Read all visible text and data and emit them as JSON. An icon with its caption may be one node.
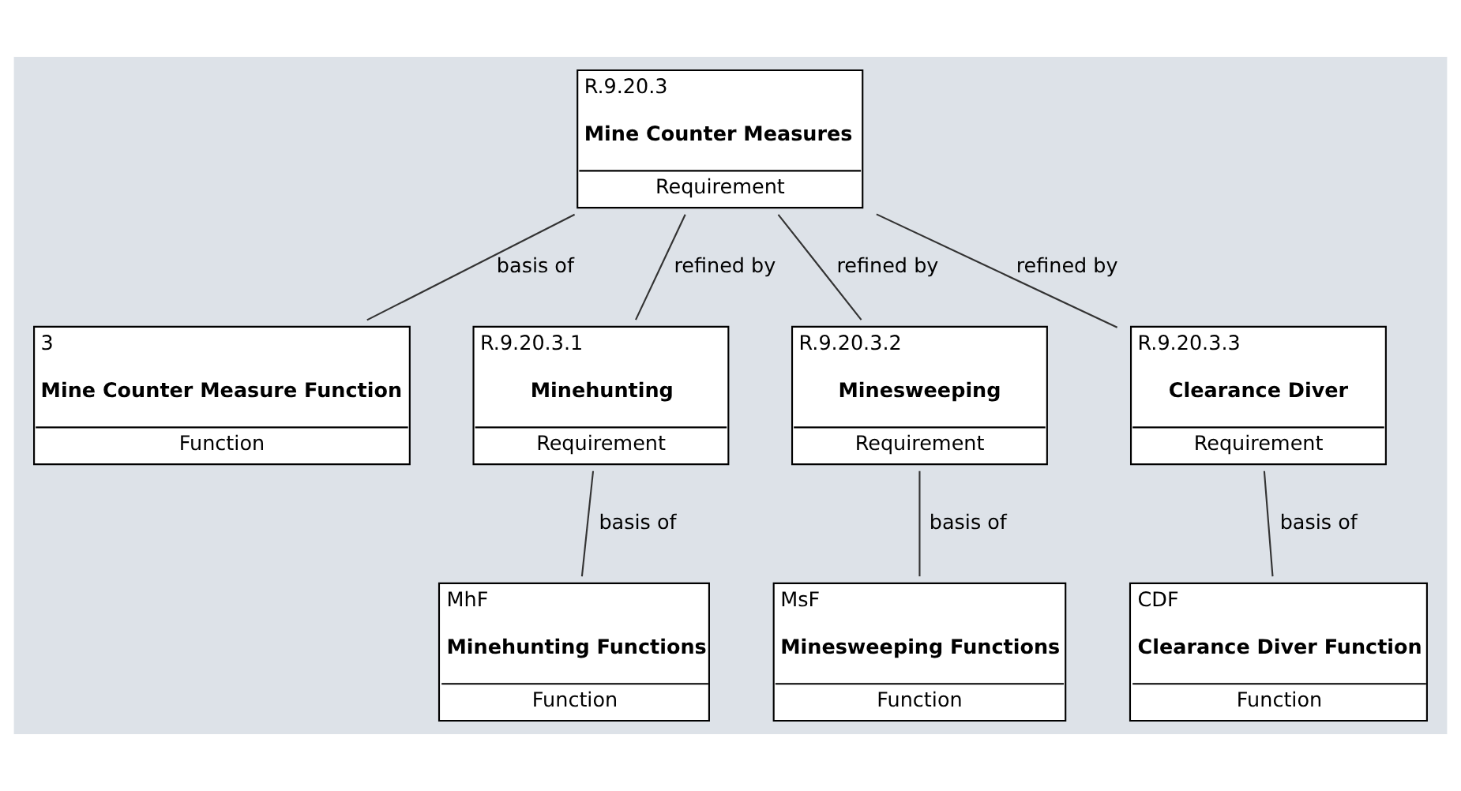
{
  "diagram": {
    "nodes": [
      {
        "text": [
          "R.9.20.3",
          "Mine Counter Measures",
          "Requirement"
        ]
      },
      {
        "text": [
          "3",
          "Mine Counter Measure Function",
          "Function"
        ]
      },
      {
        "text": [
          "R.9.20.3.1",
          "Minehunting",
          "Requirement"
        ]
      },
      {
        "text": [
          "R.9.20.3.2",
          "Minesweeping",
          "Requirement"
        ]
      },
      {
        "text": [
          "R.9.20.3.3",
          "Clearance Diver",
          "Requirement"
        ]
      },
      {
        "text": [
          "MhF",
          "Minehunting Functions",
          "Function"
        ]
      },
      {
        "text": [
          "MsF",
          "Minesweeping Functions",
          "Function"
        ]
      },
      {
        "text": [
          "CDF",
          "Clearance Diver Function",
          "Function"
        ]
      }
    ],
    "edges": [
      {
        "from": 0,
        "to": 1,
        "arrow": "none",
        "label": "basis of"
      },
      {
        "from": 0,
        "to": 2,
        "arrow": "none",
        "label": "refined by"
      },
      {
        "from": 0,
        "to": 3,
        "arrow": "none",
        "label": "refined by"
      },
      {
        "from": 0,
        "to": 4,
        "arrow": "none",
        "label": "refined by"
      },
      {
        "from": 2,
        "to": 5,
        "arrow": "none",
        "label": "basis of"
      },
      {
        "from": 3,
        "to": 6,
        "arrow": "none",
        "label": "basis of"
      },
      {
        "from": 4,
        "to": 7,
        "arrow": "none",
        "label": "basis of"
      }
    ]
  }
}
